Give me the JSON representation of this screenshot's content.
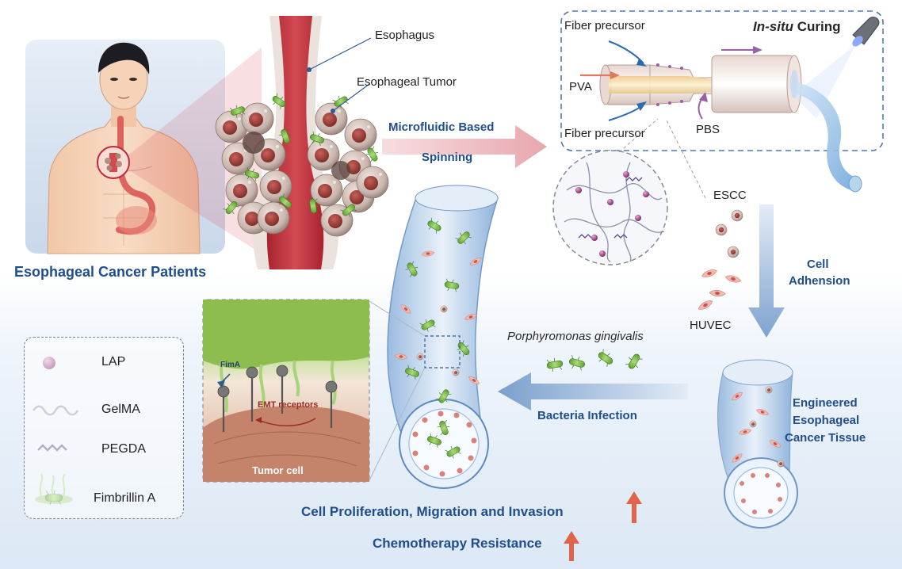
{
  "patients": {
    "caption": "Esophageal Cancer Patients"
  },
  "esophagus": {
    "label_esophagus": "Esophagus",
    "label_tumor": "Esophageal Tumor"
  },
  "spinning": {
    "line1": "Microfluidic Based",
    "line2": "Spinning"
  },
  "device": {
    "curing_italic": "In-situ",
    "curing_rest": " Curing",
    "fiber_top": "Fiber precursor",
    "fiber_bottom": "Fiber precursor",
    "pva": "PVA",
    "pbs": "PBS"
  },
  "adhesion": {
    "escc": "ESCC",
    "huvec": "HUVEC",
    "line1": "Cell",
    "line2": "Adhension"
  },
  "engineered": {
    "line1": "Engineered",
    "line2": "Esophageal",
    "line3": "Cancer Tissue"
  },
  "infection": {
    "species": "Porphyromonas gingivalis",
    "label": "Bacteria Infection"
  },
  "inset": {
    "fima": "FimA",
    "emt": "EMT receptors",
    "tumor_cell": "Tumor cell"
  },
  "legend": {
    "lap": "LAP",
    "gelma": "GelMA",
    "pegda": "PEGDA",
    "fimbrillin": "Fimbrillin A"
  },
  "outcomes": {
    "line1": "Cell Proliferation, Migration and Invasion",
    "line2": "Chemotherapy Resistance"
  },
  "colors": {
    "accent_blue": "#1f4e8c",
    "tumor_red": "#b2473a",
    "bacteria_green": "#7cc04b",
    "lap_purple": "#8a2a74",
    "up_arrow": "#e0644c"
  }
}
